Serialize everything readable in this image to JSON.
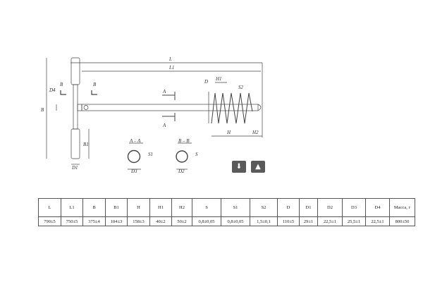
{
  "drawing": {
    "labels": {
      "L": "L",
      "L1": "L1",
      "D": "D",
      "H1": "H1",
      "S2": "S2",
      "D4": "D4",
      "B": "B",
      "B1": "B1",
      "D1": "D1",
      "H": "H",
      "H2": "H2",
      "A": "A",
      "AA": "A – A",
      "BB": "B – B",
      "S1": "S1",
      "S": "S",
      "D3": "D3",
      "D2": "D2"
    }
  },
  "buttons": [
    {
      "icon": "download-icon",
      "label": "⬇"
    },
    {
      "icon": "google-drive-icon",
      "label": "▲"
    }
  ],
  "table": {
    "headers": [
      "L",
      "L1",
      "B",
      "B1",
      "H",
      "H1",
      "H2",
      "S",
      "S1",
      "S2",
      "D",
      "D1",
      "D2",
      "D3",
      "D4",
      "Масса, г"
    ],
    "values": [
      "790±5",
      "750±5",
      "375±4",
      "104±3",
      "158±3",
      "40±2",
      "50±2",
      "0,8±0,05",
      "0,8±0,05",
      "1,5±0,1",
      "110±5",
      "29±1",
      "22,5±1",
      "25,5±1",
      "22,5±1",
      "800±50"
    ]
  }
}
